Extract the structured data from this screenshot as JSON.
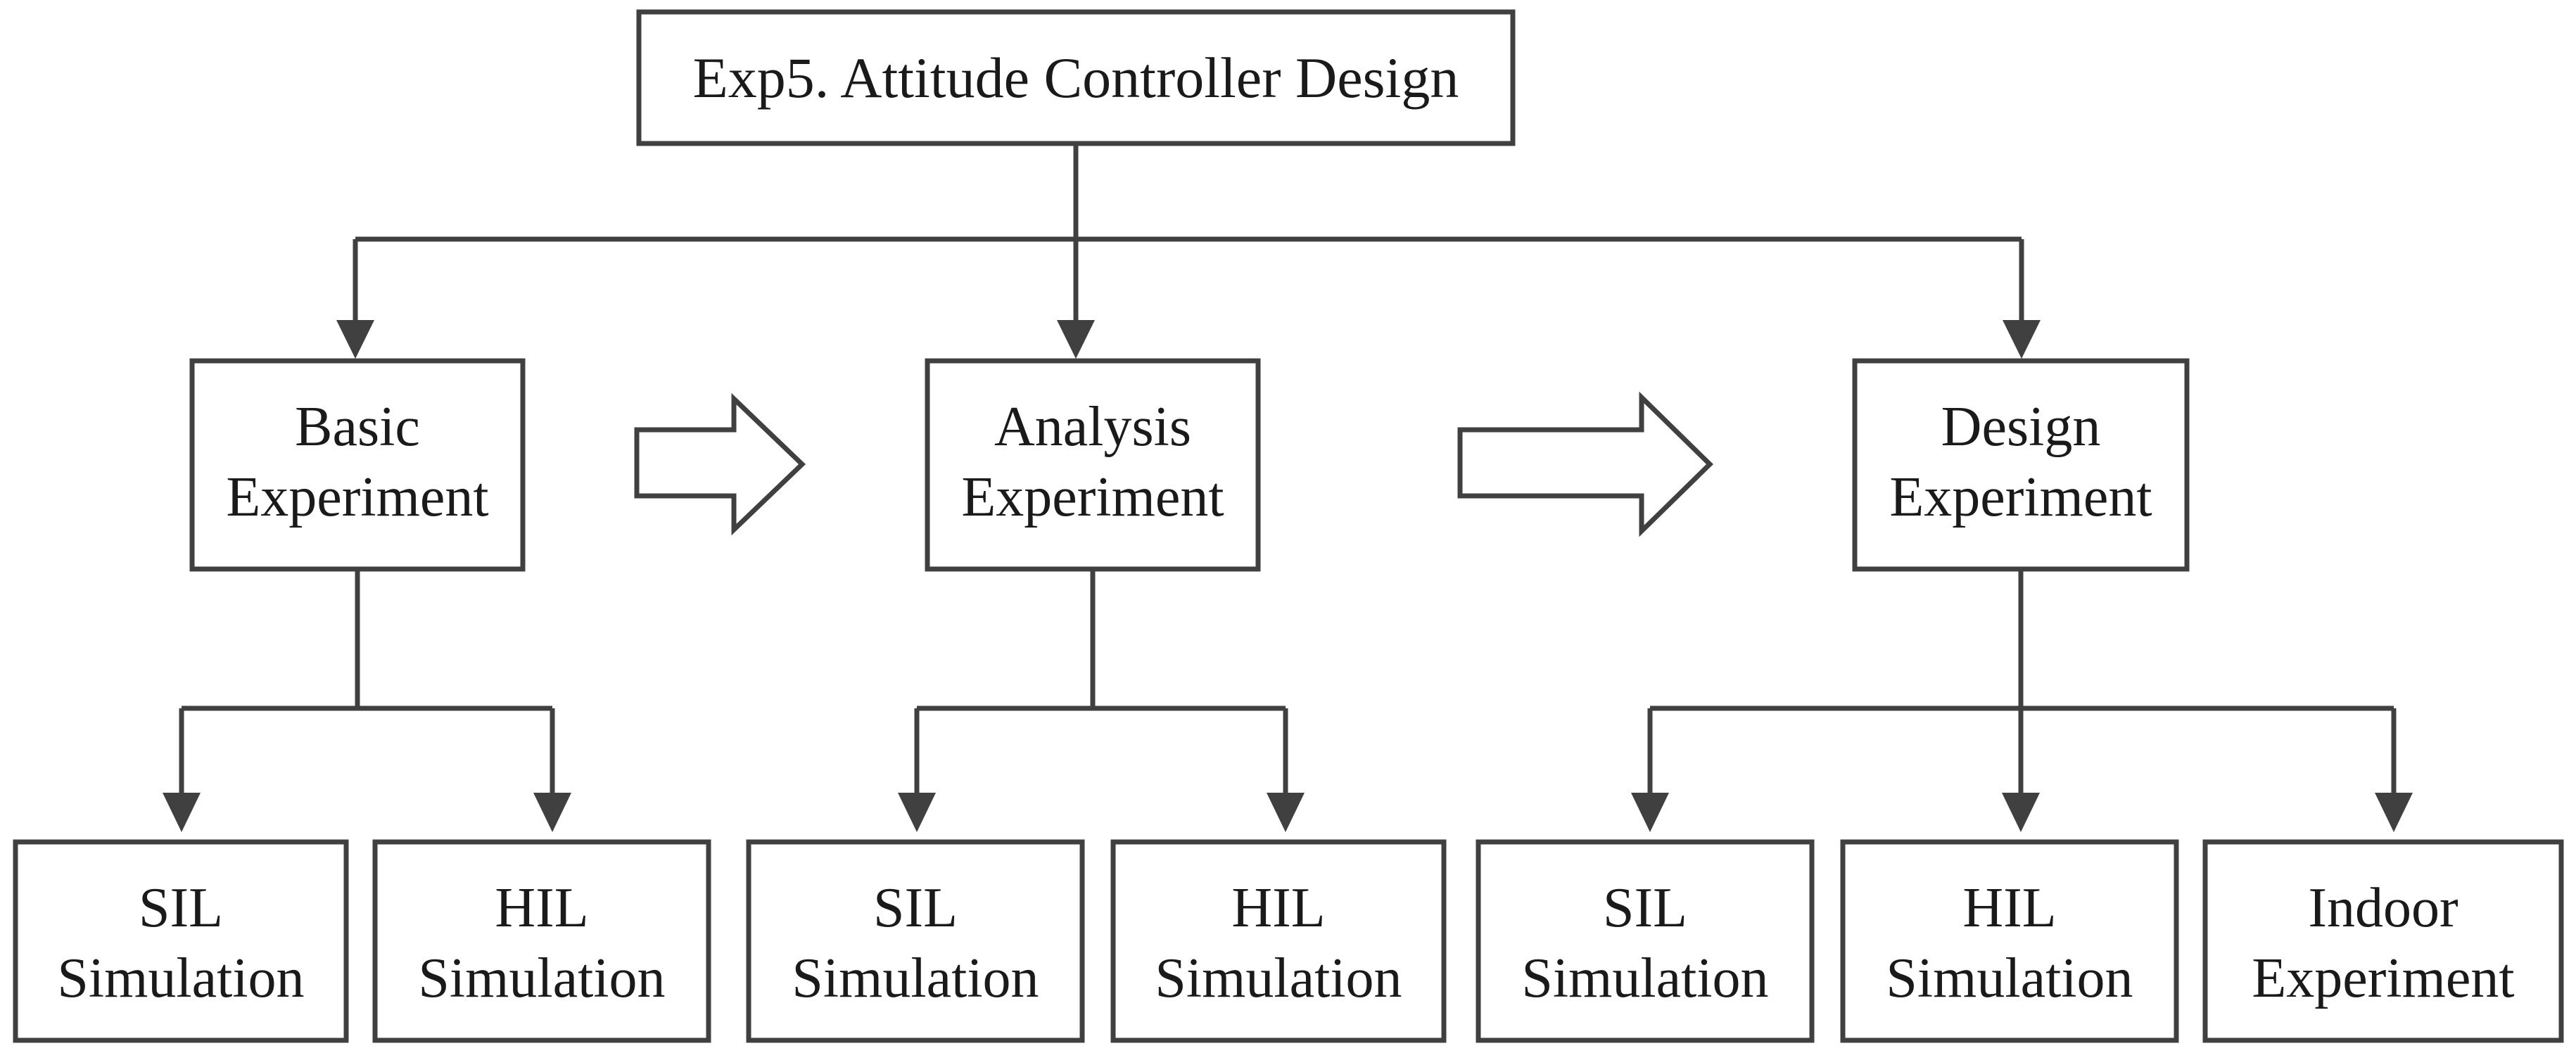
{
  "root": {
    "label": "Exp5. Attitude Controller Design"
  },
  "stages": [
    {
      "line1": "Basic",
      "line2": "Experiment",
      "children": [
        {
          "line1": "SIL",
          "line2": "Simulation"
        },
        {
          "line1": "HIL",
          "line2": "Simulation"
        }
      ]
    },
    {
      "line1": "Analysis",
      "line2": "Experiment",
      "children": [
        {
          "line1": "SIL",
          "line2": "Simulation"
        },
        {
          "line1": "HIL",
          "line2": "Simulation"
        }
      ]
    },
    {
      "line1": "Design",
      "line2": "Experiment",
      "children": [
        {
          "line1": "SIL",
          "line2": "Simulation"
        },
        {
          "line1": "HIL",
          "line2": "Simulation"
        },
        {
          "line1": "Indoor",
          "line2": "Experiment"
        }
      ]
    }
  ],
  "colors": {
    "stroke": "#404040",
    "text": "#1a1a1a",
    "background": "#ffffff"
  }
}
